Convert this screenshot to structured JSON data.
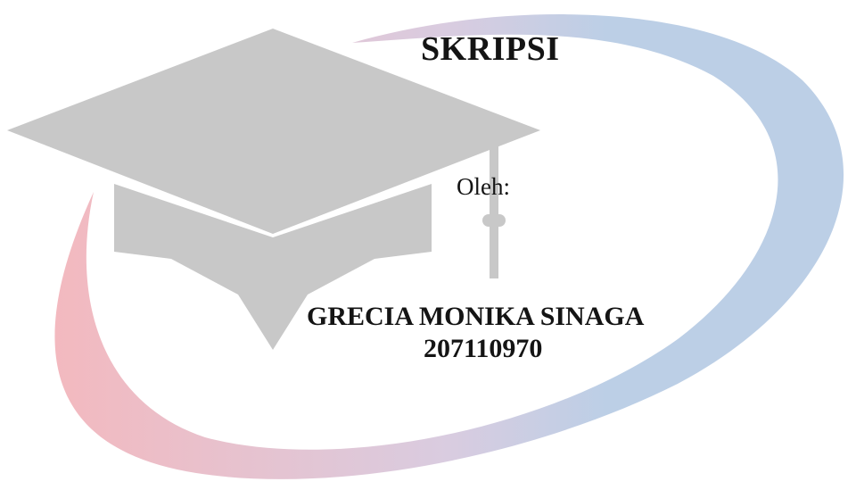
{
  "document": {
    "title": "SKRIPSI",
    "byline": "Oleh:",
    "author_name": "GRECIA MONIKA SINAGA",
    "student_id": "207110970"
  },
  "colors": {
    "swoosh_start": "#f3b9bf",
    "swoosh_mid": "#d9cce0",
    "swoosh_end": "#bccfe6",
    "cap": "#c8c8c8",
    "text": "#141414",
    "background": "#ffffff"
  },
  "graphics": {
    "cap_icon": "graduation-cap-icon",
    "swoosh_icon": "ribbon-swoosh-icon"
  }
}
